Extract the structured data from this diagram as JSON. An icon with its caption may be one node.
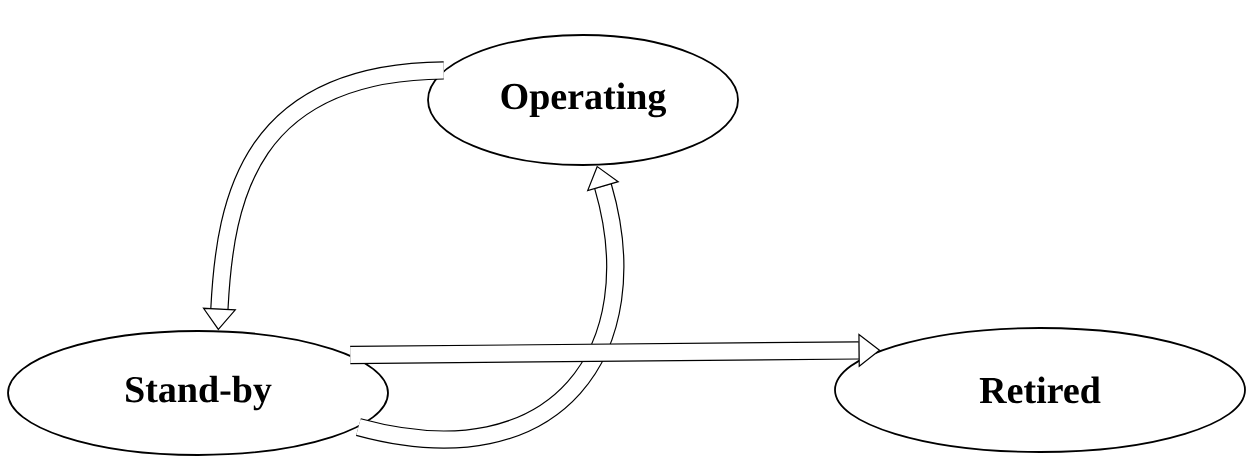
{
  "diagram": {
    "nodes": [
      {
        "text": [
          "Operating"
        ]
      },
      {
        "text": [
          "Stand-by"
        ]
      },
      {
        "text": [
          "Retired"
        ]
      }
    ],
    "edges": [
      {
        "from": 0,
        "to": 1,
        "arrow": "to"
      },
      {
        "from": 1,
        "to": 0,
        "arrow": "to"
      },
      {
        "from": 1,
        "to": 2,
        "arrow": "to"
      }
    ]
  }
}
